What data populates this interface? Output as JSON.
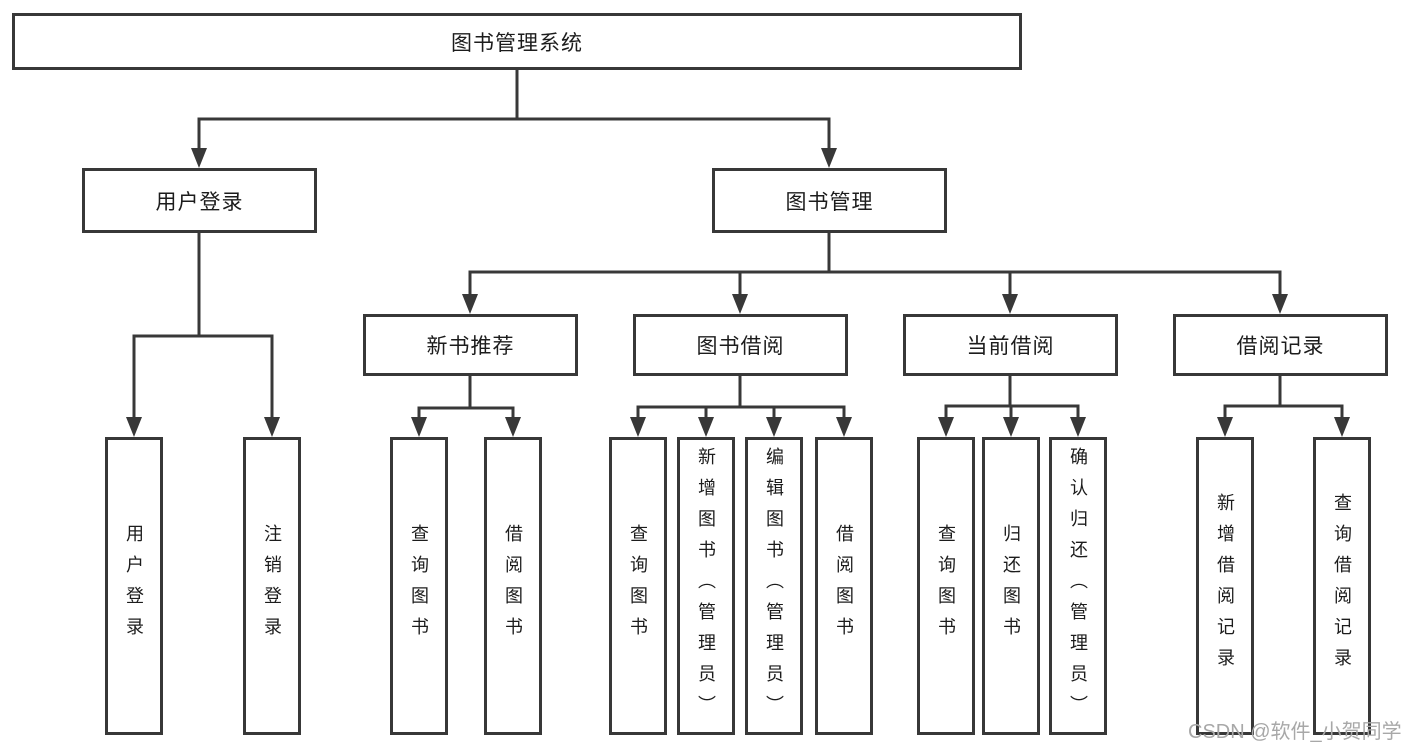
{
  "diagram_title": "图书管理系统",
  "nodes": {
    "root": {
      "label": "图书管理系统"
    },
    "level2": [
      {
        "label": "用户登录"
      },
      {
        "label": "图书管理"
      }
    ],
    "level3": [
      {
        "label": "新书推荐",
        "parent": "图书管理"
      },
      {
        "label": "图书借阅",
        "parent": "图书管理"
      },
      {
        "label": "当前借阅",
        "parent": "图书管理"
      },
      {
        "label": "借阅记录",
        "parent": "图书管理"
      }
    ],
    "level4": [
      {
        "label": "用户登录",
        "parent": "用户登录"
      },
      {
        "label": "注销登录",
        "parent": "用户登录"
      },
      {
        "label": "查询图书",
        "parent": "新书推荐"
      },
      {
        "label": "借阅图书",
        "parent": "新书推荐"
      },
      {
        "label": "查询图书",
        "parent": "图书借阅"
      },
      {
        "label": "新增图书（管理员）",
        "parent": "图书借阅"
      },
      {
        "label": "编辑图书（管理员）",
        "parent": "图书借阅"
      },
      {
        "label": "借阅图书",
        "parent": "图书借阅"
      },
      {
        "label": "查询图书",
        "parent": "当前借阅"
      },
      {
        "label": "归还图书",
        "parent": "当前借阅"
      },
      {
        "label": "确认归还（管理员）",
        "parent": "当前借阅"
      },
      {
        "label": "新增借阅记录",
        "parent": "借阅记录"
      },
      {
        "label": "查询借阅记录",
        "parent": "借阅记录"
      }
    ]
  },
  "watermark": "CSDN @软件_小贺同学",
  "colors": {
    "line": "#383838",
    "text": "#1c1c1c",
    "watermark": "#a8a8a8",
    "background": "#ffffff"
  }
}
